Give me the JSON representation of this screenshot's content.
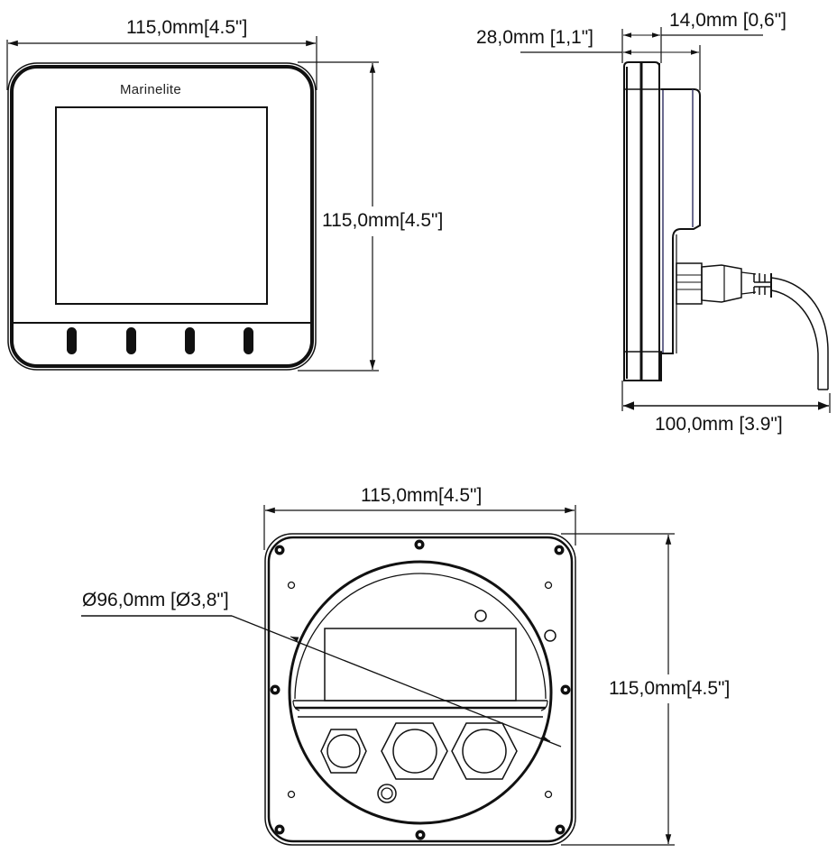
{
  "views": {
    "front": {
      "brand": "Marinelite",
      "width_label": "115,0mm[4.5\"]",
      "height_label": "115,0mm[4.5\"]",
      "button_count": 4
    },
    "side": {
      "bezel_depth_label": "28,0mm [1,1\"]",
      "body_depth_label": "14,0mm [0,6\"]",
      "total_depth_label": "100,0mm [3.9\"]"
    },
    "rear": {
      "width_label": "115,0mm[4.5\"]",
      "height_label": "115,0mm[4.5\"]",
      "cutout_label": "Ø96,0mm [Ø3,8\"]",
      "cable_glands": 3
    }
  },
  "colors": {
    "line": "#111111",
    "background": "#ffffff",
    "accent_line": "#3a3a6a"
  }
}
